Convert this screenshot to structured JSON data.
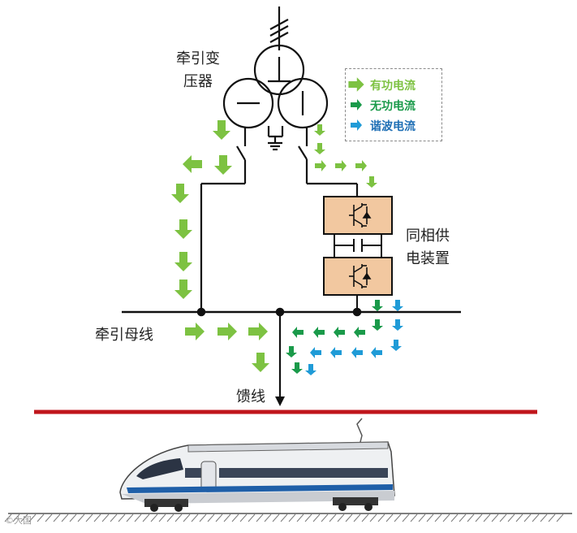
{
  "labels": {
    "transformer_line1": "牵引变",
    "transformer_line2": "压器",
    "cophase_line1": "同相供",
    "cophase_line2": "电装置",
    "traction_bus": "牵引母线",
    "feeder": "馈线"
  },
  "legend": [
    {
      "label": "有功电流",
      "color": "#7dc242"
    },
    {
      "label": "无功电流",
      "color": "#1a9a4a"
    },
    {
      "label": "谐波电流",
      "color": "#1f9bd7"
    }
  ],
  "colors": {
    "active_current": "#7dc242",
    "reactive_current": "#1a9a4a",
    "harmonic_current": "#1f9bd7",
    "catenary": "#c0161c",
    "converter_box": "#f2c8a0",
    "lines": "#111111"
  },
  "watermark": "©大国"
}
